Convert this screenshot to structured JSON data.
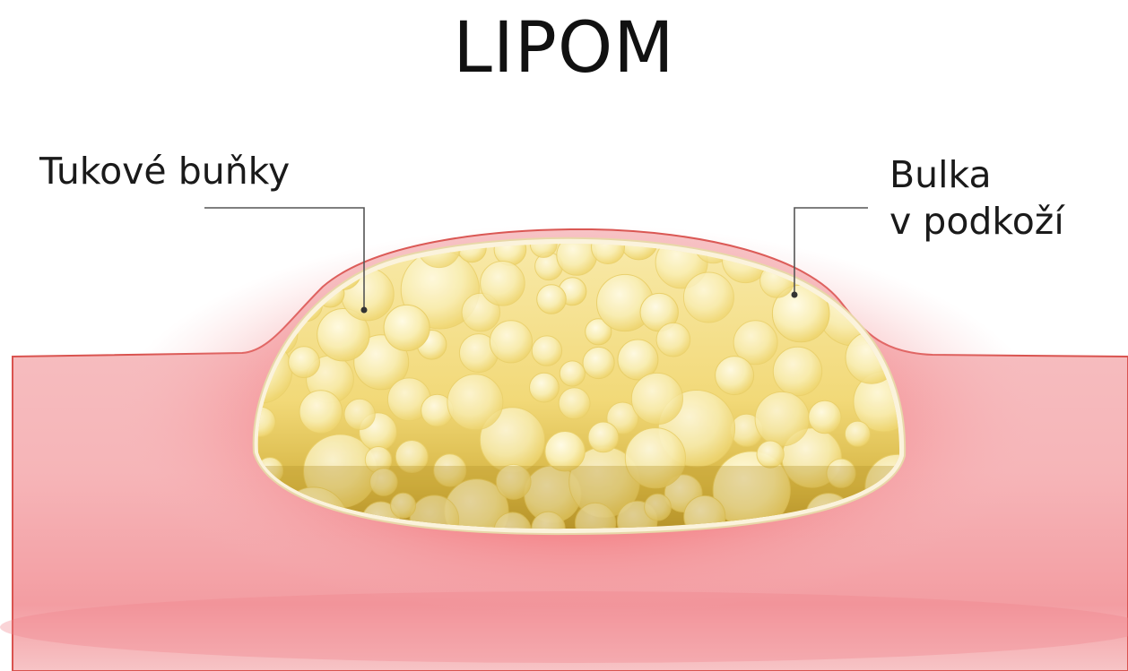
{
  "title": "LIPOM",
  "labels": {
    "fat_cells": "Tukové buňky",
    "lump_line1": "Bulka",
    "lump_line2": "v podkoží"
  },
  "colors": {
    "skin": "#f6b9bd",
    "skin_edge": "#d9534f",
    "inflamed": "#f3767a",
    "fat": "#f3de82",
    "fat_dark": "#b8942a",
    "capsule": "#fbf3dc",
    "leader_line": "#555555"
  },
  "icons": {
    "fat_cells": "bubble-cluster"
  }
}
